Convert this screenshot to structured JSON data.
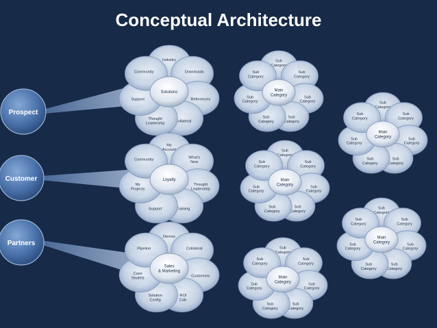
{
  "slide": {
    "title": "Conceptual Architecture",
    "colors": {
      "background": "#172a47",
      "petal_light": "#e9eff6",
      "petal_mid": "#c3d1e4",
      "petal_edge": "#7f97bb",
      "center_light": "#ffffff",
      "center_edge": "#8b9fbe",
      "label_text": "#1b2b44",
      "segment_light": "#7fa1d0",
      "segment_dark": "#2a4f85"
    }
  },
  "segments": [
    {
      "key": "prospect",
      "label": "Prospect"
    },
    {
      "key": "customer",
      "label": "Customer"
    },
    {
      "key": "partners",
      "label": "Partners"
    }
  ],
  "flowers": [
    {
      "key": "solutions",
      "center": "Solutions",
      "petals": [
        "Industry",
        "Downloads",
        "References",
        "Collateral",
        "Thought Leadership",
        "Support",
        "Community"
      ]
    },
    {
      "key": "loyalty",
      "center": "Loyalty",
      "petals": [
        "My Account",
        "What's New",
        "Thought Leadership",
        "Training",
        "Support",
        "My Projects",
        "Community"
      ]
    },
    {
      "key": "sales",
      "center": "Sales & Marketing",
      "petals": [
        "Demos",
        "Collateral",
        "Customers",
        "ROI Calc",
        "Solution Config",
        "Case Studels",
        "Pipeline"
      ]
    },
    {
      "key": "cat1",
      "center": "Main Category",
      "petals": [
        "Sub Category",
        "Sub Category",
        "Sub Category",
        "Sub Category",
        "Sub Category",
        "Sub Category",
        "Sub Category"
      ]
    },
    {
      "key": "cat2",
      "center": "Main Category",
      "petals": [
        "Sub Category",
        "Sub Category",
        "Sub Category",
        "Sub Category",
        "Sub Category",
        "Sub Category",
        "Sub Category"
      ]
    },
    {
      "key": "cat3",
      "center": "Main Category",
      "petals": [
        "Sub Category",
        "Sub Category",
        "Sub Category",
        "Sub Category",
        "Sub Category",
        "Sub Category",
        "Sub Category"
      ]
    },
    {
      "key": "cat4",
      "center": "Main Category",
      "petals": [
        "Sub Category",
        "Sub Category",
        "Sub Category",
        "Sub Category",
        "Sub Category",
        "Sub Category",
        "Sub Category"
      ]
    },
    {
      "key": "cat5",
      "center": "Main Category",
      "petals": [
        "Sub Category",
        "Sub Category",
        "Sub Category",
        "Sub Category",
        "Sub Category",
        "Sub Category",
        "Sub Category"
      ]
    }
  ]
}
